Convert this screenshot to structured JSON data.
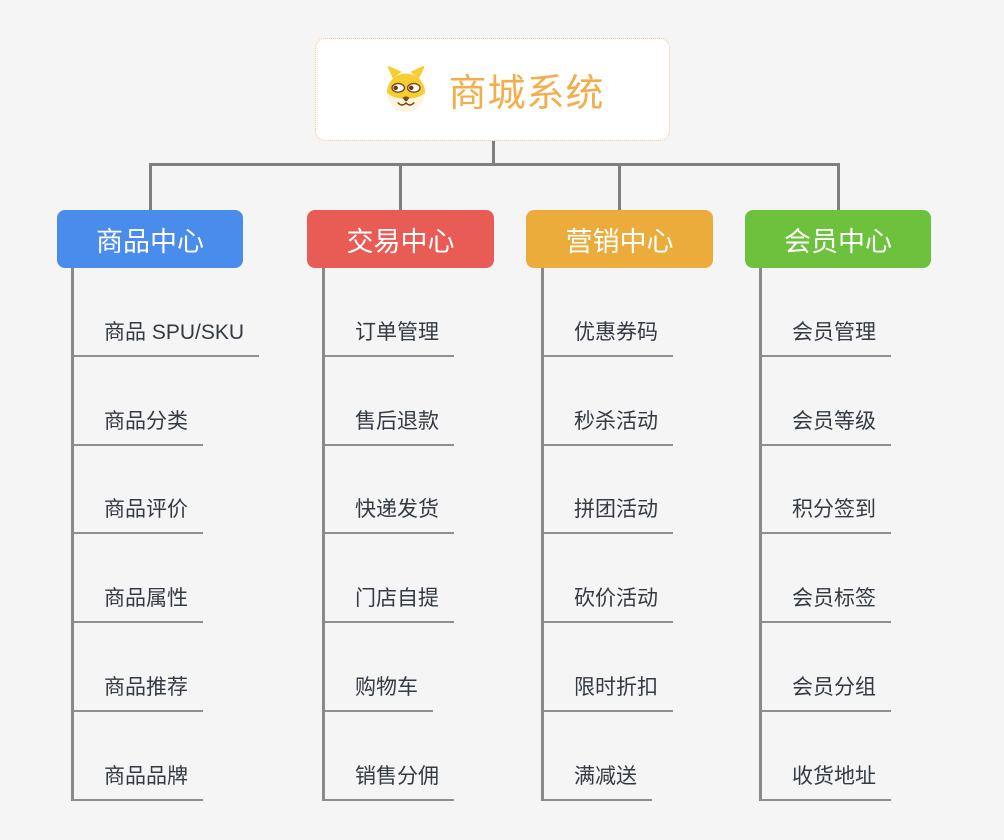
{
  "canvas": {
    "background_color": "#f5f5f5",
    "connector_color": "#7f7f7f",
    "underline_color": "#8f8f8f",
    "item_text_color": "#343a43"
  },
  "root": {
    "title": "商城系统",
    "icon": "dog-face-icon",
    "text_color": "#F2AE4C",
    "border_color": "#f2c27e"
  },
  "branches": [
    {
      "label": "商品中心",
      "color": "#4A8CEC",
      "items": [
        "商品 SPU/SKU",
        "商品分类",
        "商品评价",
        "商品属性",
        "商品推荐",
        "商品品牌"
      ]
    },
    {
      "label": "交易中心",
      "color": "#E85C55",
      "items": [
        "订单管理",
        "售后退款",
        "快递发货",
        "门店自提",
        "购物车",
        "销售分佣"
      ]
    },
    {
      "label": "营销中心",
      "color": "#EBAC3C",
      "items": [
        "优惠券码",
        "秒杀活动",
        "拼团活动",
        "砍价活动",
        "限时折扣",
        "满减送"
      ]
    },
    {
      "label": "会员中心",
      "color": "#6DC13C",
      "items": [
        "会员管理",
        "会员等级",
        "积分签到",
        "会员标签",
        "会员分组",
        "收货地址"
      ]
    }
  ]
}
